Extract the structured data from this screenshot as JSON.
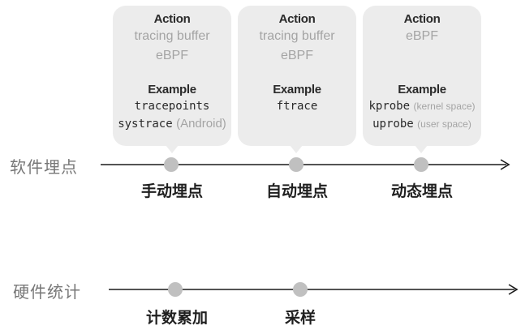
{
  "rows": [
    {
      "label": "软件埋点"
    },
    {
      "label": "硬件统计"
    }
  ],
  "software_nodes": [
    {
      "label": "手动埋点"
    },
    {
      "label": "自动埋点"
    },
    {
      "label": "动态埋点"
    }
  ],
  "hardware_nodes": [
    {
      "label": "计数累加"
    },
    {
      "label": "采样"
    }
  ],
  "cards": [
    {
      "action_heading": "Action",
      "actions": [
        "tracing buffer",
        "eBPF"
      ],
      "example_heading": "Example",
      "examples": [
        {
          "code": "tracepoints",
          "note": ""
        },
        {
          "code": "systrace",
          "note": "(Android)"
        }
      ]
    },
    {
      "action_heading": "Action",
      "actions": [
        "tracing buffer",
        "eBPF"
      ],
      "example_heading": "Example",
      "examples": [
        {
          "code": "ftrace",
          "note": ""
        }
      ]
    },
    {
      "action_heading": "Action",
      "actions": [
        "eBPF"
      ],
      "example_heading": "Example",
      "examples": [
        {
          "code": "kprobe",
          "note": "(kernel space)"
        },
        {
          "code": "uprobe",
          "note": "(user space)"
        }
      ]
    }
  ],
  "colors": {
    "card_bg": "#ececec",
    "node_fill": "#c0c0c0",
    "axis": "#1a1a1a",
    "muted_text": "#a4a4a4"
  }
}
